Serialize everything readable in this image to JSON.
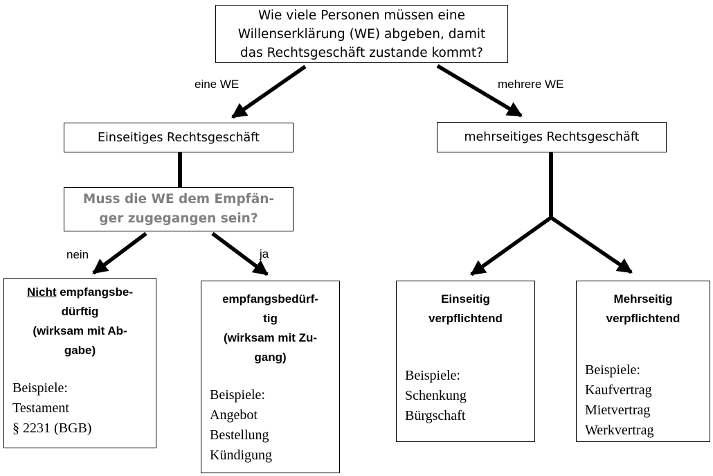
{
  "root_box": {
    "line1": "Wie viele Personen müssen eine",
    "line2": "Willenserklärung (WE) abgeben, damit",
    "line3": "das Rechtsgeschäft zustande kommt?"
  },
  "edge_labels": {
    "one_we": "eine WE",
    "many_we": "mehrere WE",
    "no": "nein",
    "yes": "ja"
  },
  "unilateral_box": {
    "label": "Einseitiges Rechtsgeschäft"
  },
  "multilateral_box": {
    "label": "mehrseitiges Rechtsgeschäft"
  },
  "receipt_question_box": {
    "line1": "Muss die WE dem Empfän-",
    "line2": "ger zugegangen sein?"
  },
  "not_receipt_box": {
    "title_underlined": "Nicht",
    "title_line1_rest": " empfangsbe-",
    "title_line2": "dürftig",
    "title_line3": "(wirksam mit Ab-",
    "title_line4": "gabe)",
    "examples": [
      "Beispiele:",
      "Testament",
      "§ 2231 (BGB)"
    ]
  },
  "receipt_box": {
    "title_line1": "empfangsbedürf-",
    "title_line2": "tig",
    "title_line3": "(wirksam mit Zu-",
    "title_line4": "gang)",
    "examples": [
      "Beispiele:",
      "Angebot",
      "Bestellung",
      "Kündigung"
    ]
  },
  "unilateral_obligation_box": {
    "title_line1": "Einseitig",
    "title_line2": "verpflichtend",
    "examples": [
      "Beispiele:",
      "Schenkung",
      "Bürgschaft"
    ]
  },
  "multilateral_obligation_box": {
    "title_line1": "Mehrseitig",
    "title_line2": "verpflichtend",
    "examples": [
      "Beispiele:",
      "Kaufvertrag",
      "Mietvertrag",
      "Werkvertrag"
    ]
  },
  "colors": {
    "arrow": "#000000",
    "box_border": "#000000",
    "question_text_gray": "#808080",
    "background": "#ffffff"
  }
}
